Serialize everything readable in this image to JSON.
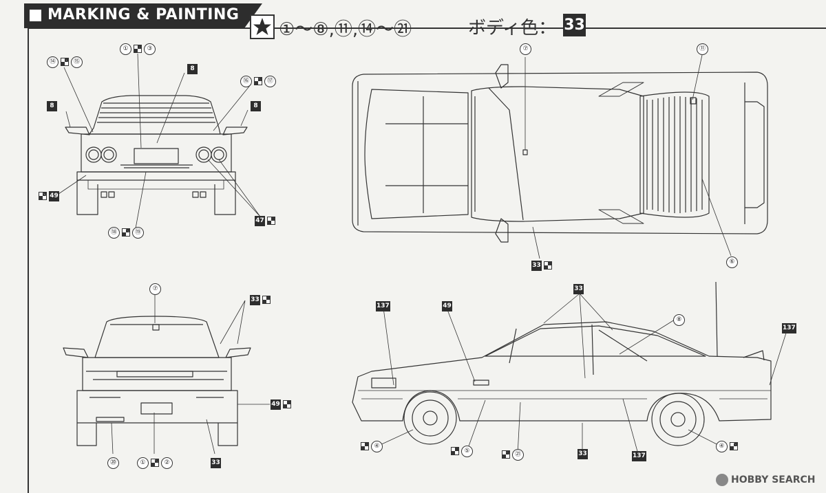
{
  "header": {
    "title": "MARKING & PAINTING"
  },
  "parts_line": {
    "text": "①〜⑧,⑪,⑭〜㉑"
  },
  "body_color": {
    "label": "ボディ色：",
    "number": "33"
  },
  "labels": {
    "rear": {
      "c1_3": {
        "a": "①",
        "b": "③"
      },
      "c14_15": {
        "a": "⑭",
        "b": "⑮"
      },
      "s8_top": "8",
      "s8_left": "8",
      "s8_right": "8",
      "c16_17": {
        "a": "⑯",
        "b": "⑰"
      },
      "s49": "49",
      "c18_19": {
        "a": "⑱",
        "b": "⑲"
      },
      "s47": "47"
    },
    "top": {
      "c7": "⑦",
      "c11": "⑪",
      "c6": "⑥",
      "s33": "33"
    },
    "front": {
      "c7": "⑦",
      "s33_top": "33",
      "s49": "49",
      "c20": "⑳",
      "c1_2": {
        "a": "①",
        "b": "②"
      },
      "s33_bottom": "33"
    },
    "side": {
      "s137_left": "137",
      "s49": "49",
      "s33_top": "33",
      "c8": "⑧",
      "s137_right": "137",
      "c4_left": "④",
      "c5": "⑤",
      "c21": "㉑",
      "s33_bottom": "33",
      "s137_bottom": "137",
      "c4_right": "④"
    }
  },
  "watermark": {
    "text": "HOBBY SEARCH"
  }
}
